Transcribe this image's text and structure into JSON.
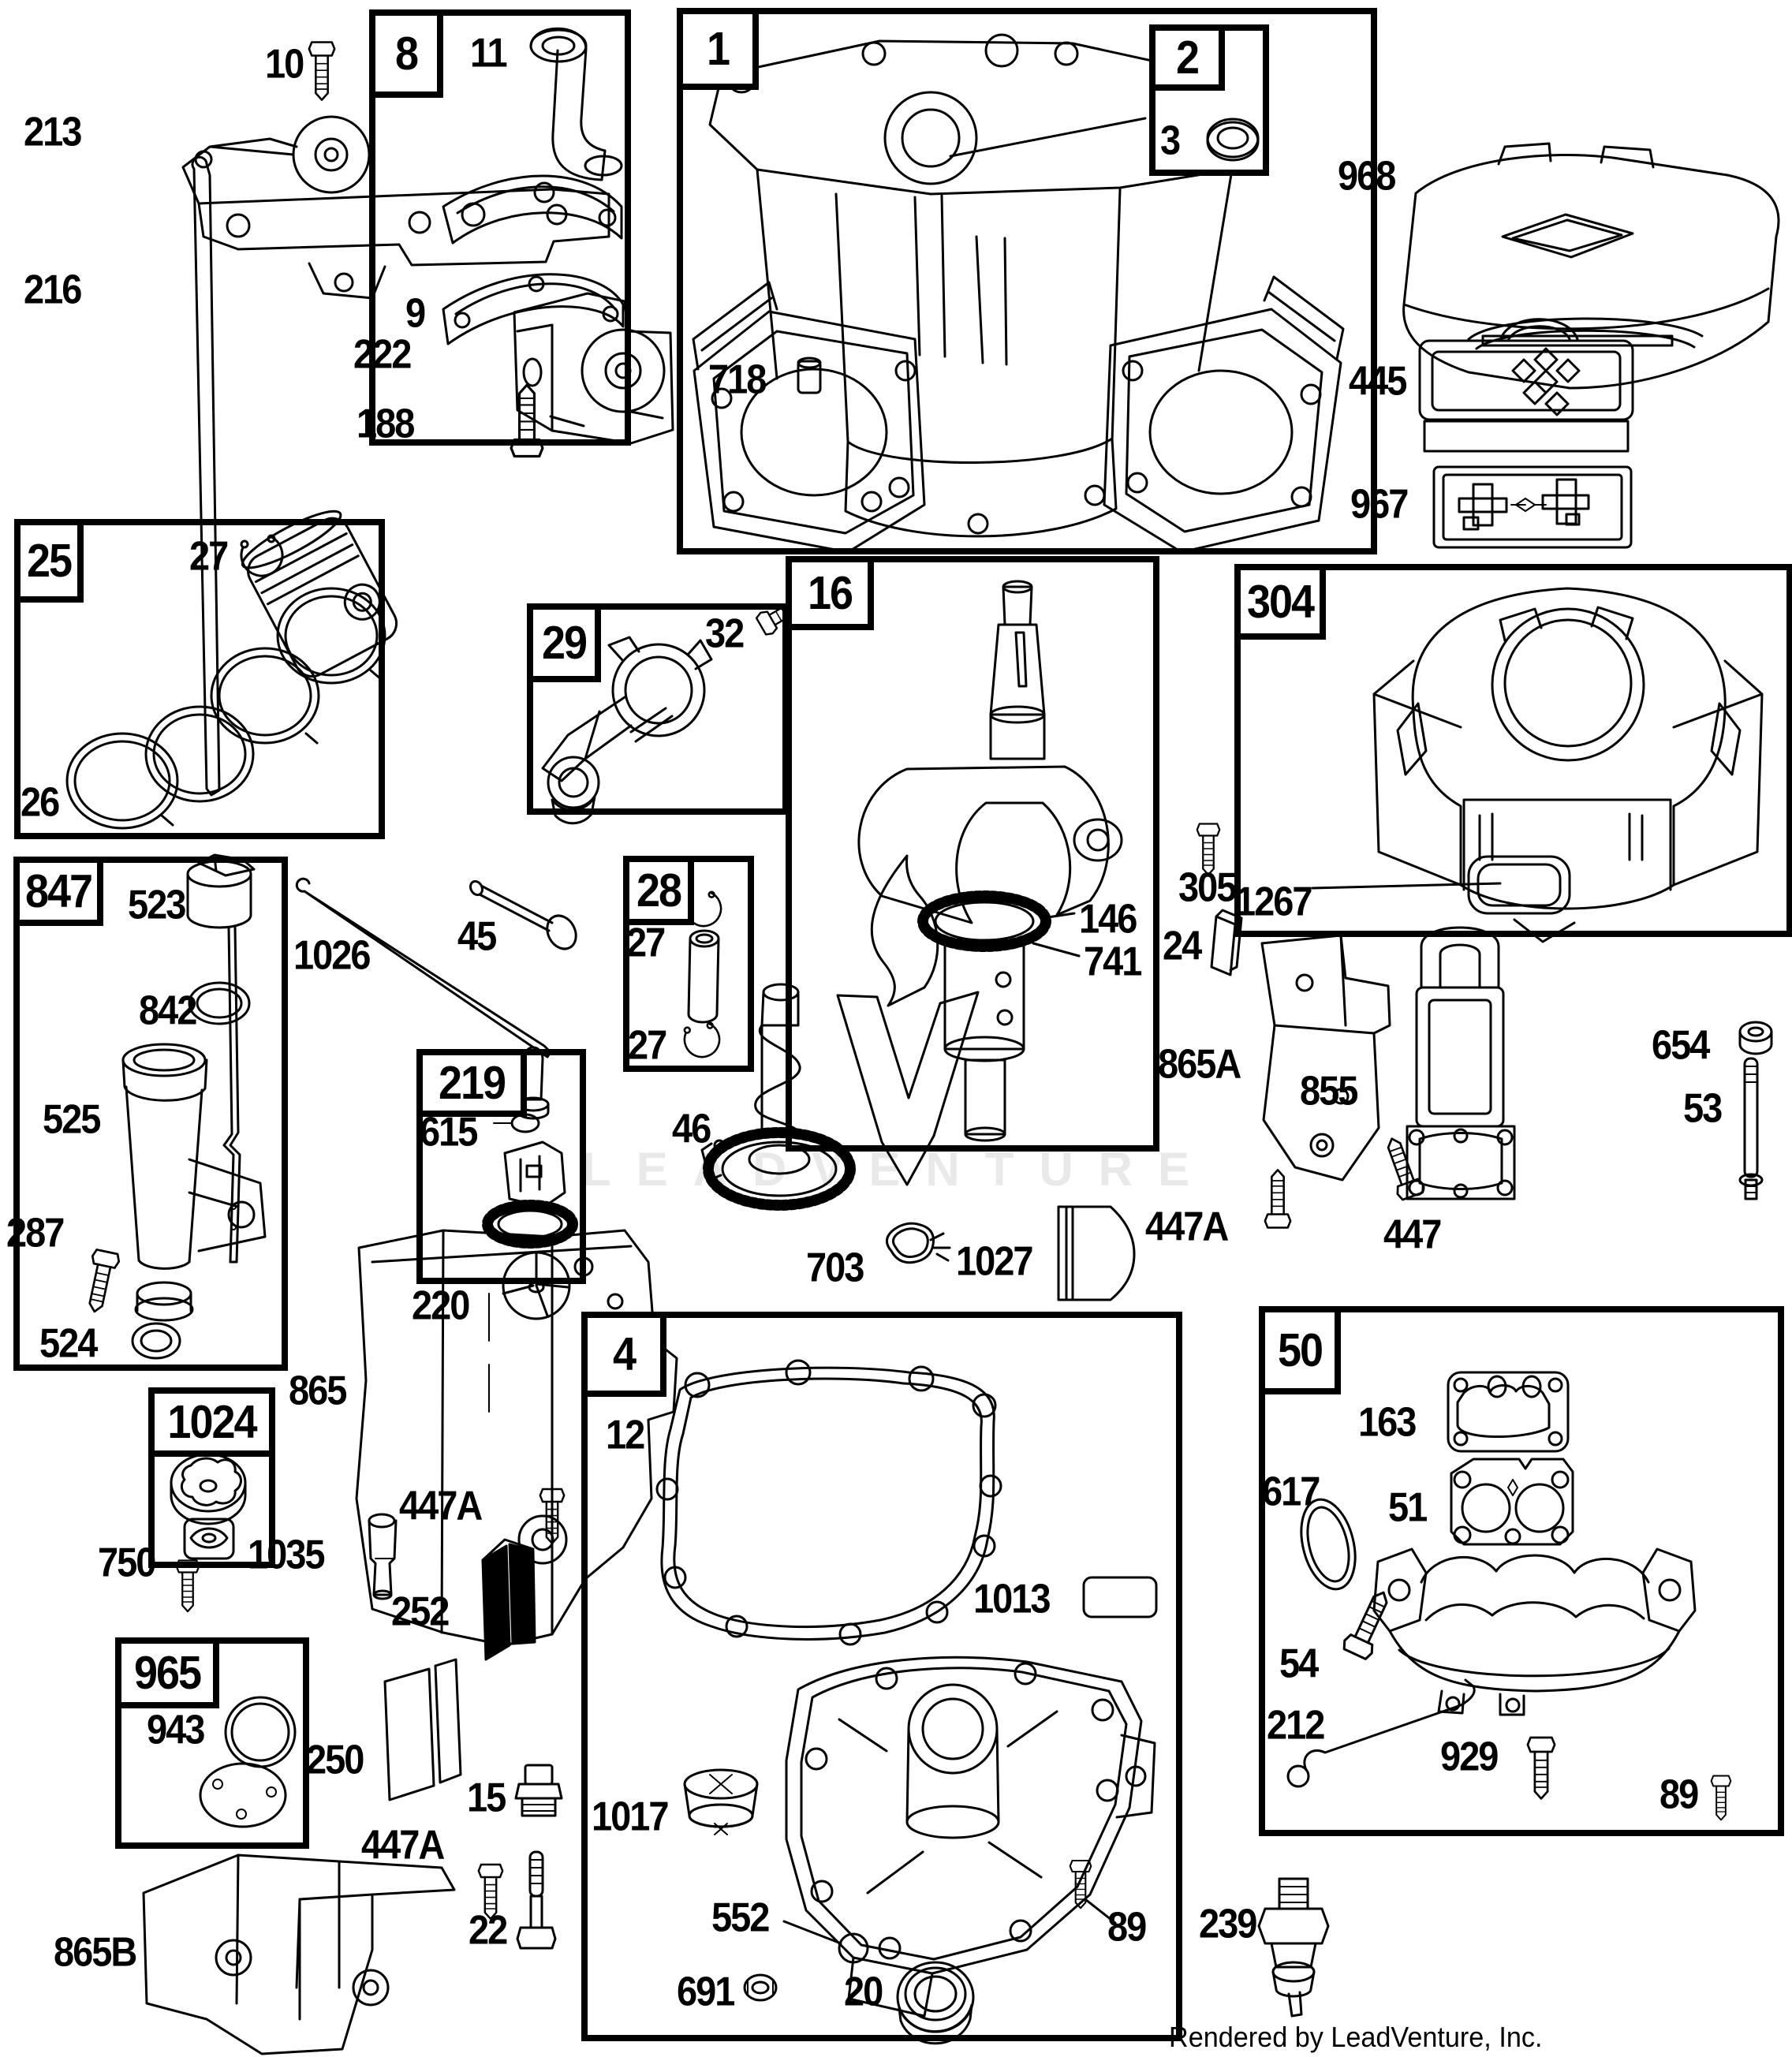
{
  "page": {
    "background": "#ffffff",
    "line_color": "#000000",
    "watermark_color": "#e9e9e9"
  },
  "watermark": {
    "text": "LEADVENTURE"
  },
  "footer": {
    "credit": "Rendered by LeadVenture, Inc."
  },
  "boxes": {
    "b1": "1",
    "b2": "2",
    "b4": "4",
    "b8": "8",
    "b16": "16",
    "b25": "25",
    "b28": "28",
    "b29": "29",
    "b50": "50",
    "b219": "219",
    "b304": "304",
    "b847": "847",
    "b965": "965",
    "b1024": "1024"
  },
  "callouts": {
    "c10": "10",
    "c213": "213",
    "c216": "216",
    "c222": "222",
    "c188": "188",
    "c11": "11",
    "c9": "9",
    "c3": "3",
    "c718": "718",
    "c968": "968",
    "c445": "445",
    "c967": "967",
    "c27a": "27",
    "c26": "26",
    "c32": "32",
    "c146": "146",
    "c741": "741",
    "c305": "305",
    "c24": "24",
    "c1267": "1267",
    "c523": "523",
    "c842": "842",
    "c1026": "1026",
    "c45": "45",
    "c525": "525",
    "c287": "287",
    "c524": "524",
    "c27b": "27",
    "c27c": "27",
    "c615": "615",
    "c220": "220",
    "c865": "865",
    "c46": "46",
    "c865a": "865A",
    "c855": "855",
    "c654": "654",
    "c53": "53",
    "c447a1": "447A",
    "c447": "447",
    "c703": "703",
    "c1027": "1027",
    "c12": "12",
    "c1013": "1013",
    "c1017": "1017",
    "c552": "552",
    "c691": "691",
    "c20": "20",
    "c89a": "89",
    "c163": "163",
    "c617": "617",
    "c51": "51",
    "c54": "54",
    "c212": "212",
    "c929": "929",
    "c89b": "89",
    "c239": "239",
    "c750": "750",
    "c943": "943",
    "c250": "250",
    "c252": "252",
    "c1035": "1035",
    "c447a2": "447A",
    "c447a3": "447A",
    "c15": "15",
    "c22": "22",
    "c865b": "865B"
  }
}
